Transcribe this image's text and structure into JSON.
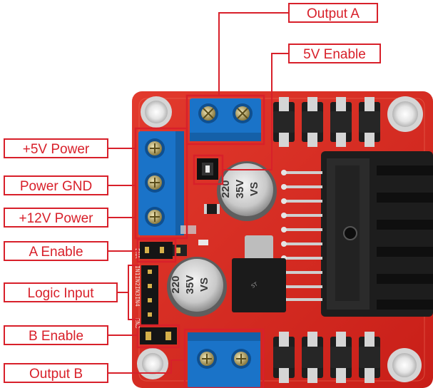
{
  "labels": {
    "output_a": "Output A",
    "enable_5v": "5V Enable",
    "power_5v": "+5V Power",
    "power_gnd": "Power GND",
    "power_12v": "+12V Power",
    "a_enable": "A Enable",
    "logic_input": "Logic Input",
    "b_enable": "B Enable",
    "output_b": "Output B"
  },
  "board": {
    "cap_top": [
      "220",
      "35V",
      "VS"
    ],
    "cap_bottom": [
      "220",
      "35V",
      "VS"
    ],
    "silk_top": "ENA",
    "silk_inputs": "IN1IN2IN3IN4",
    "silk_bottom": "ENB",
    "ic_marking": "ST"
  },
  "colors": {
    "label_border": "#d8202a",
    "board": "#d9261f",
    "terminal": "#1a73c8",
    "heatsink": "#1d1d1d"
  }
}
